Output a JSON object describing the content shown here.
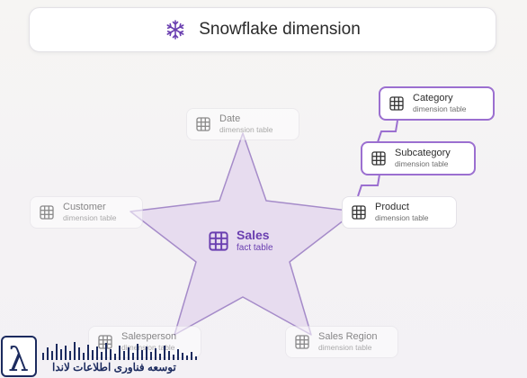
{
  "title": {
    "text": "Snowflake dimension",
    "icon": "snowflake-icon"
  },
  "fact": {
    "name": "Sales",
    "subtitle": "fact table",
    "icon": "table-icon"
  },
  "dimensions": {
    "date": {
      "name": "Date",
      "subtitle": "dimension table"
    },
    "customer": {
      "name": "Customer",
      "subtitle": "dimension table"
    },
    "product": {
      "name": "Product",
      "subtitle": "dimension table"
    },
    "subcategory": {
      "name": "Subcategory",
      "subtitle": "dimension table"
    },
    "category": {
      "name": "Category",
      "subtitle": "dimension table"
    },
    "salesperson": {
      "name": "Salesperson",
      "subtitle": "dimension table"
    },
    "salesregion": {
      "name": "Sales Region",
      "subtitle": "dimension table"
    }
  },
  "watermark": {
    "text": "توسعه فناوری اطلاعات لاندا",
    "logo": "lambda-logo"
  },
  "colors": {
    "accent": "#9b6fd0",
    "star_fill": "#e7dcef",
    "fact_text": "#6a3fb0"
  }
}
